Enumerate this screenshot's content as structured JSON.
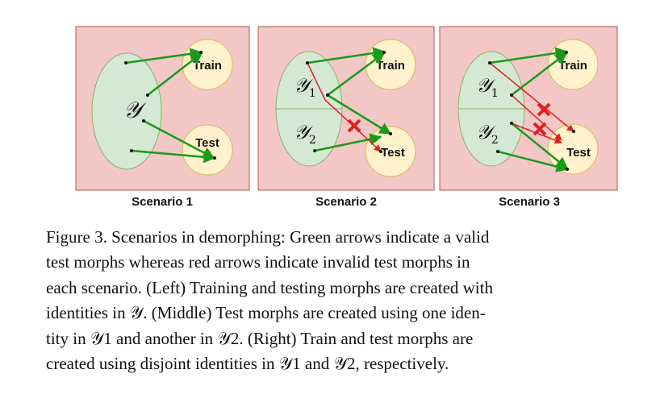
{
  "figure": {
    "panels": [
      {
        "label": "Scenario 1",
        "set_labels": [
          "𝒴"
        ],
        "nodes": {
          "train": "Train",
          "test": "Test"
        }
      },
      {
        "label": "Scenario 2",
        "set_labels": [
          "𝒴1",
          "𝒴2"
        ],
        "nodes": {
          "train": "Train",
          "test": "Test"
        }
      },
      {
        "label": "Scenario 3",
        "set_labels": [
          "𝒴1",
          "𝒴2"
        ],
        "nodes": {
          "train": "Train",
          "test": "Test"
        }
      }
    ],
    "colors": {
      "panel_bg": "#f4c7c7",
      "panel_border": "#b85450",
      "set_fill": "#d5e8d4",
      "set_border": "#82b366",
      "node_fill": "#fff2cc",
      "node_border": "#d6b656",
      "valid_arrow": "#1a9a1a",
      "invalid_arrow": "#e02020"
    }
  },
  "caption": {
    "lines": [
      "Figure 3. Scenarios in demorphing: Green arrows indicate a valid",
      "test morphs whereas red arrows indicate invalid test morphs in",
      "each scenario. (Left) Training and testing morphs are created with",
      "identities in 𝒴. (Middle) Test morphs are created using one iden-",
      "tity in 𝒴1 and another in 𝒴2. (Right) Train and test morphs are",
      "created using disjoint identities in 𝒴1 and 𝒴2, respectively."
    ]
  }
}
